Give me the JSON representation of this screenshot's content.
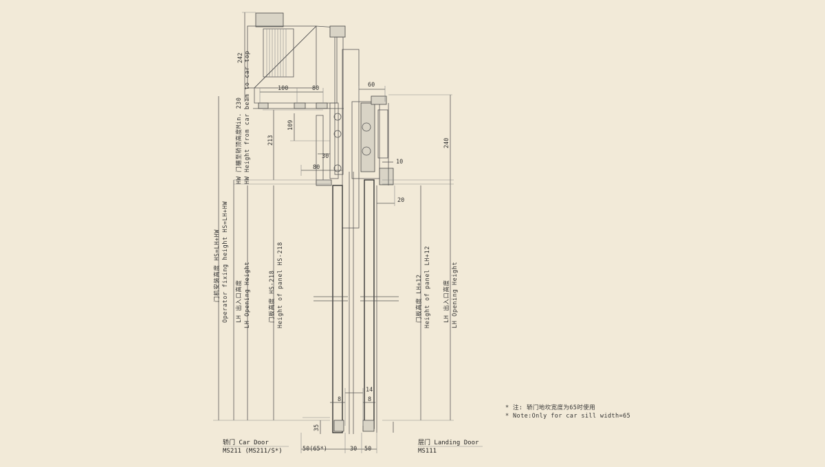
{
  "dimensions": {
    "d242": "242",
    "d100": "100",
    "d80_top": "80",
    "d60": "60",
    "d109": "109",
    "d213": "213",
    "d30": "30",
    "d80_mid": "80",
    "d240": "240",
    "d10": "10",
    "d20": "20",
    "d14": "14",
    "d8_left": "8",
    "d8_right": "8",
    "d35": "35",
    "d50_65": "50(65*)",
    "d30_bottom": "30",
    "d50_bottom": "50"
  },
  "vertical_labels": {
    "operator_fixing_cn": "门机安装高度 HS=LH+HW",
    "operator_fixing_en": "Operator fixing height  HS=LH+HW",
    "hw_cn": "HW 门楣至轿顶高度Min. 230",
    "hw_en": "HW  Height from car beam to car top",
    "lh_cn": "LH 出入口高度",
    "lh_en": "LH  Opening Height",
    "panel_cn": "门板高度 HS-218",
    "panel_en": "Height of panel HS-218",
    "panel_r_cn": "门板高度 LH+12",
    "panel_r_en": "Height of panel LH+12",
    "lh_r_cn": "LH 出入口高度",
    "lh_r_en": "LH  Opening Height"
  },
  "captions": {
    "car_door_title": "轿门  Car Door",
    "car_door_model": "MS211 (MS211/S*)",
    "landing_door_title": "层门  Landing Door",
    "landing_door_model": "MS111"
  },
  "notes": {
    "note_cn": "* 注: 轿门地坎宽度为65时使用",
    "note_en": "* Note:Only for car sill width=65"
  }
}
